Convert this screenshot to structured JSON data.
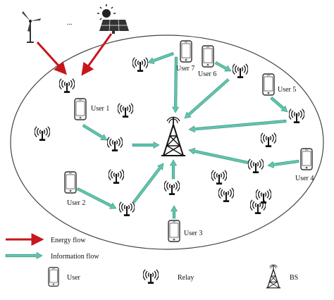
{
  "diagram": {
    "ellipsis": "...",
    "users": [
      {
        "label": "User 1"
      },
      {
        "label": "User 2"
      },
      {
        "label": "User 3"
      },
      {
        "label": "User 4"
      },
      {
        "label": "User 5"
      },
      {
        "label": "User 6"
      },
      {
        "label": "User 7"
      }
    ],
    "legend": {
      "energy_flow": "Energy flow",
      "information_flow": "Information flow",
      "user": "User",
      "relay": "Relay",
      "bs": "BS"
    },
    "colors": {
      "energy_arrow": "#c8161d",
      "info_arrow": "#5fc6ae",
      "info_arrow_stroke": "#3a8f7b",
      "ellipse": "#444444",
      "device": "#333333"
    },
    "icons": [
      "wind-turbine-icon",
      "solar-panel-icon",
      "phone-icon",
      "relay-antenna-icon",
      "tower-icon"
    ]
  }
}
